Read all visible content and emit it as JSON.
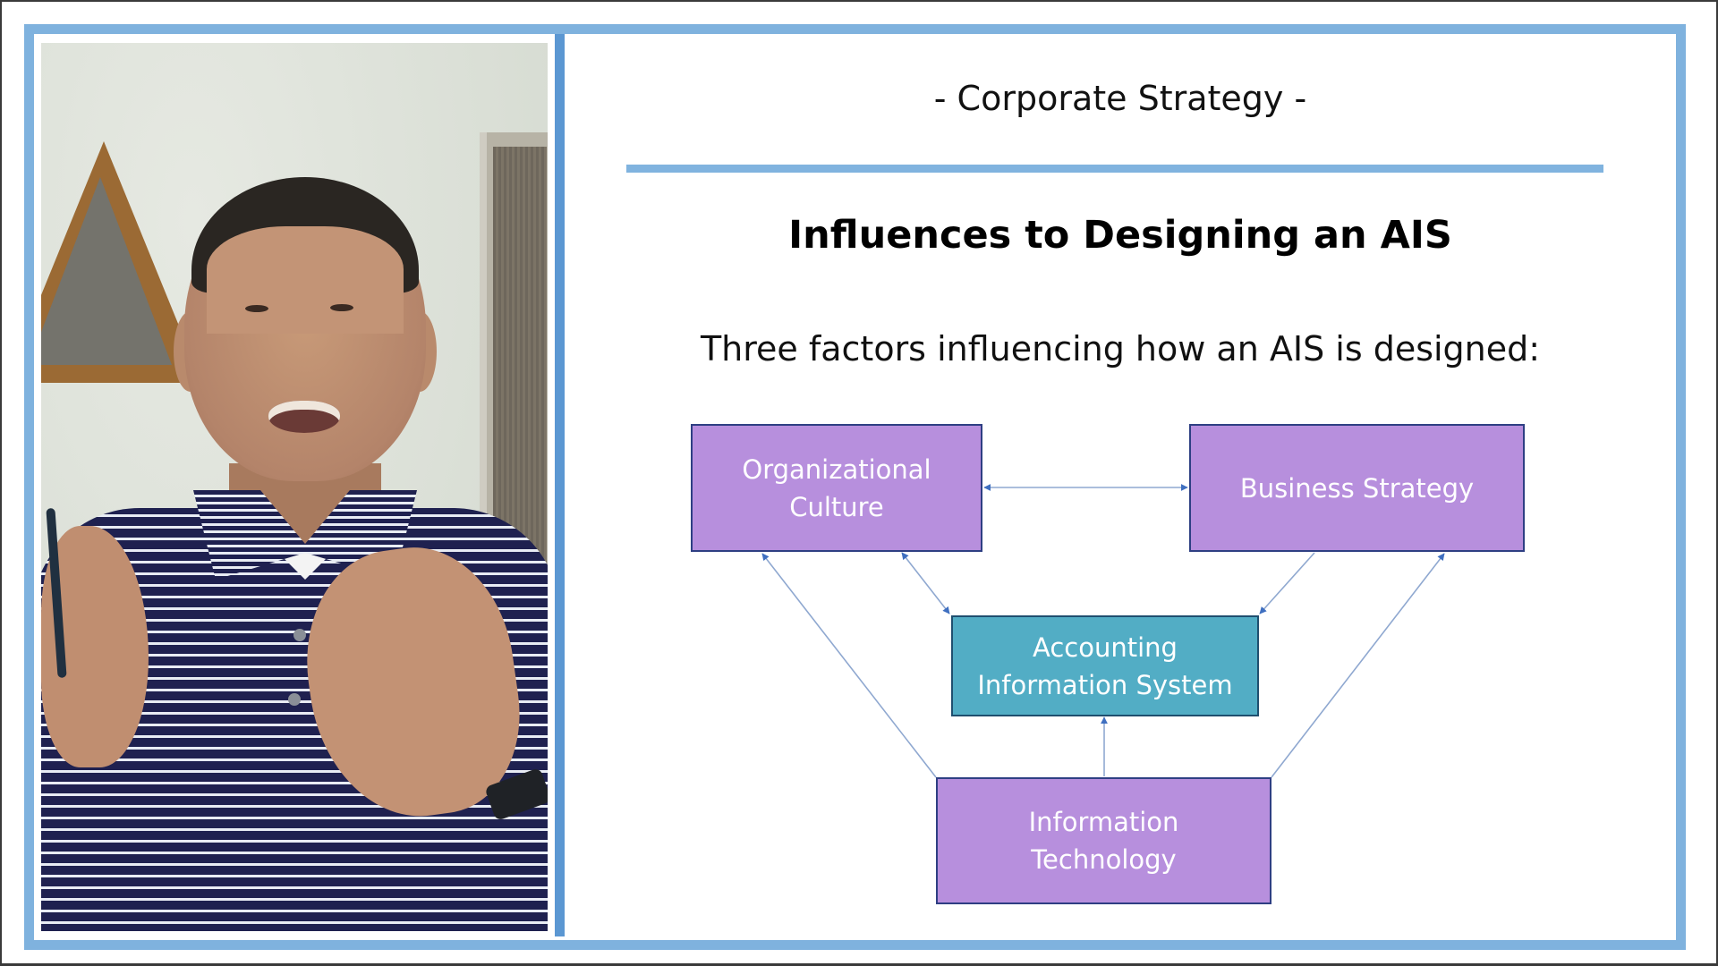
{
  "slide": {
    "kicker": "- Corporate Strategy -",
    "title": "Influences to Designing an AIS",
    "subtitle": "Three factors influencing how an AIS is designed:"
  },
  "diagram": {
    "nodes": [
      {
        "id": "org",
        "label": "Organizational Culture",
        "color": "#b78fdd"
      },
      {
        "id": "bs",
        "label": "Business Strategy",
        "color": "#b78fdd"
      },
      {
        "id": "ais",
        "label_line1": "Accounting",
        "label_line2": "Information System",
        "color": "#52adc5"
      },
      {
        "id": "it",
        "label_line1": "Information",
        "label_line2": "Technology",
        "color": "#b78fdd"
      }
    ],
    "edges": [
      {
        "from": "org",
        "to": "bs",
        "bidirectional": true
      },
      {
        "from": "org",
        "to": "ais",
        "bidirectional": true
      },
      {
        "from": "bs",
        "to": "ais",
        "bidirectional": false
      },
      {
        "from": "it",
        "to": "ais",
        "bidirectional": false
      },
      {
        "from": "it",
        "to": "org",
        "bidirectional": false
      },
      {
        "from": "it",
        "to": "bs",
        "bidirectional": false
      }
    ]
  },
  "colors": {
    "frame": "#7fb2de",
    "divider": "#5b97d2",
    "rule": "#80b3df",
    "arrow": "#3f6fc0",
    "node_border": "#2e3f83"
  },
  "video": {
    "subject": "presenter"
  }
}
